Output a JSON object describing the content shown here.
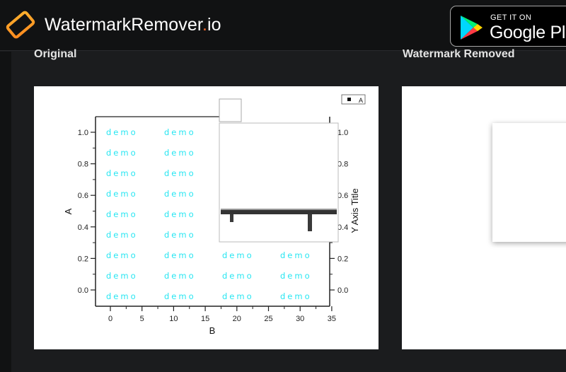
{
  "header": {
    "brand_name": "WatermarkRemover",
    "brand_dot": ".",
    "brand_tld": "io",
    "logo_icon": "eraser-icon",
    "accent_color": "#ff6b2b",
    "store_badge": {
      "small_text": "GET IT ON",
      "big_text": "Google Play",
      "icon": "google-play-icon"
    }
  },
  "panels": {
    "original_label": "Original",
    "removed_label": "Watermark Removed"
  },
  "original_image": {
    "watermark_text": "demo",
    "watermark_color": "#27e6f2",
    "legend_label": "A",
    "xlabel": "B",
    "ylabel": "A",
    "ylabel_right": "Y Axis Title",
    "x_ticks": [
      "0",
      "5",
      "10",
      "15",
      "20",
      "25",
      "30",
      "35"
    ],
    "y_ticks": [
      "1.0",
      "0.8",
      "0.6",
      "0.4",
      "0.2",
      "0.0"
    ],
    "y_ticks_right": [
      "1.0",
      "0.8",
      "0.6",
      "0.4",
      "0.2",
      "0.0"
    ]
  }
}
